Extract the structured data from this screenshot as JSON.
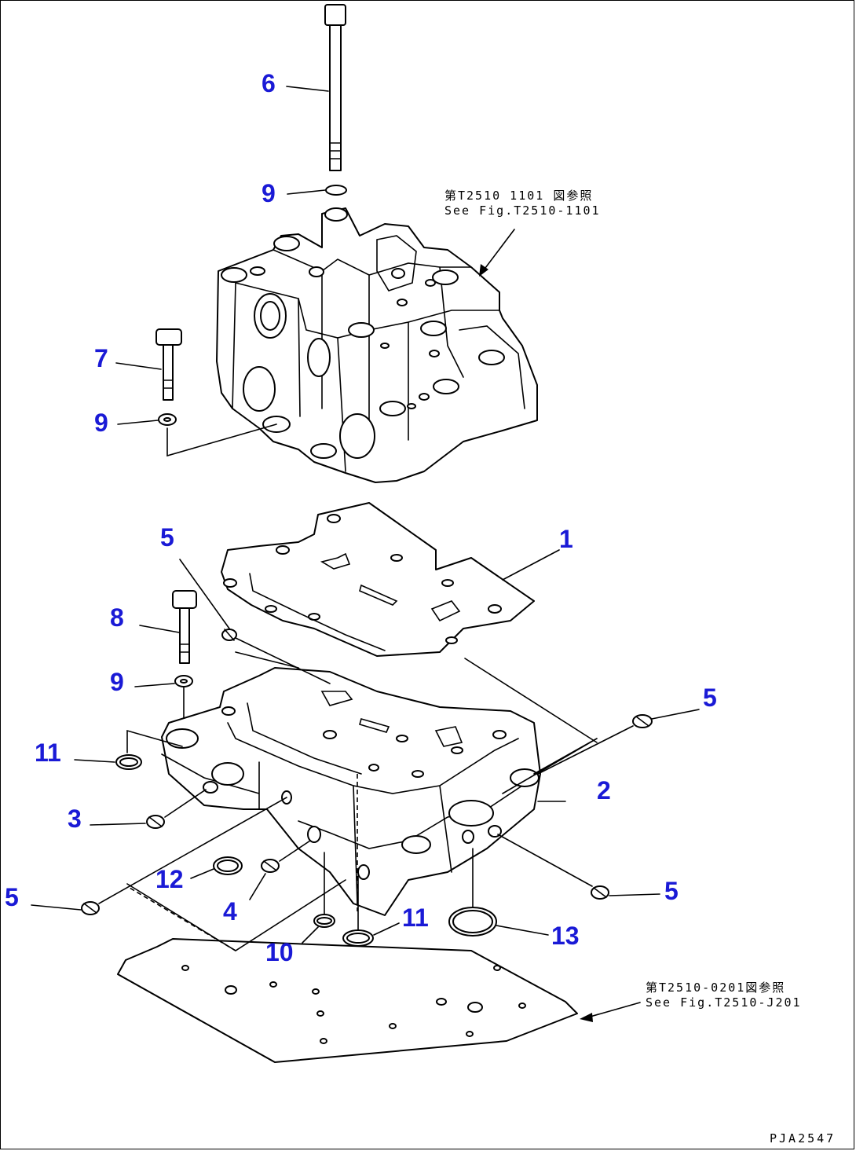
{
  "callouts": [
    {
      "id": "c6",
      "text": "6"
    },
    {
      "id": "c9a",
      "text": "9"
    },
    {
      "id": "c7",
      "text": "7"
    },
    {
      "id": "c9b",
      "text": "9"
    },
    {
      "id": "c5a",
      "text": "5"
    },
    {
      "id": "c1",
      "text": "1"
    },
    {
      "id": "c8",
      "text": "8"
    },
    {
      "id": "c9c",
      "text": "9"
    },
    {
      "id": "c5b",
      "text": "5"
    },
    {
      "id": "c11a",
      "text": "11"
    },
    {
      "id": "c2",
      "text": "2"
    },
    {
      "id": "c3",
      "text": "3"
    },
    {
      "id": "c12",
      "text": "12"
    },
    {
      "id": "c4",
      "text": "4"
    },
    {
      "id": "c5c",
      "text": "5"
    },
    {
      "id": "c5d",
      "text": "5"
    },
    {
      "id": "c10",
      "text": "10"
    },
    {
      "id": "c11b",
      "text": "11"
    },
    {
      "id": "c13",
      "text": "13"
    }
  ],
  "references": {
    "upper": {
      "jp": "第T2510 1101 図参照",
      "en": "See Fig.T2510-1101"
    },
    "lower": {
      "jp": "第T2510-0201図参照",
      "en": "See Fig.T2510-J201"
    }
  },
  "drawing_code": "PJA2547",
  "colors": {
    "callout": "#1a1ad6",
    "line": "#000000",
    "background": "#ffffff"
  }
}
